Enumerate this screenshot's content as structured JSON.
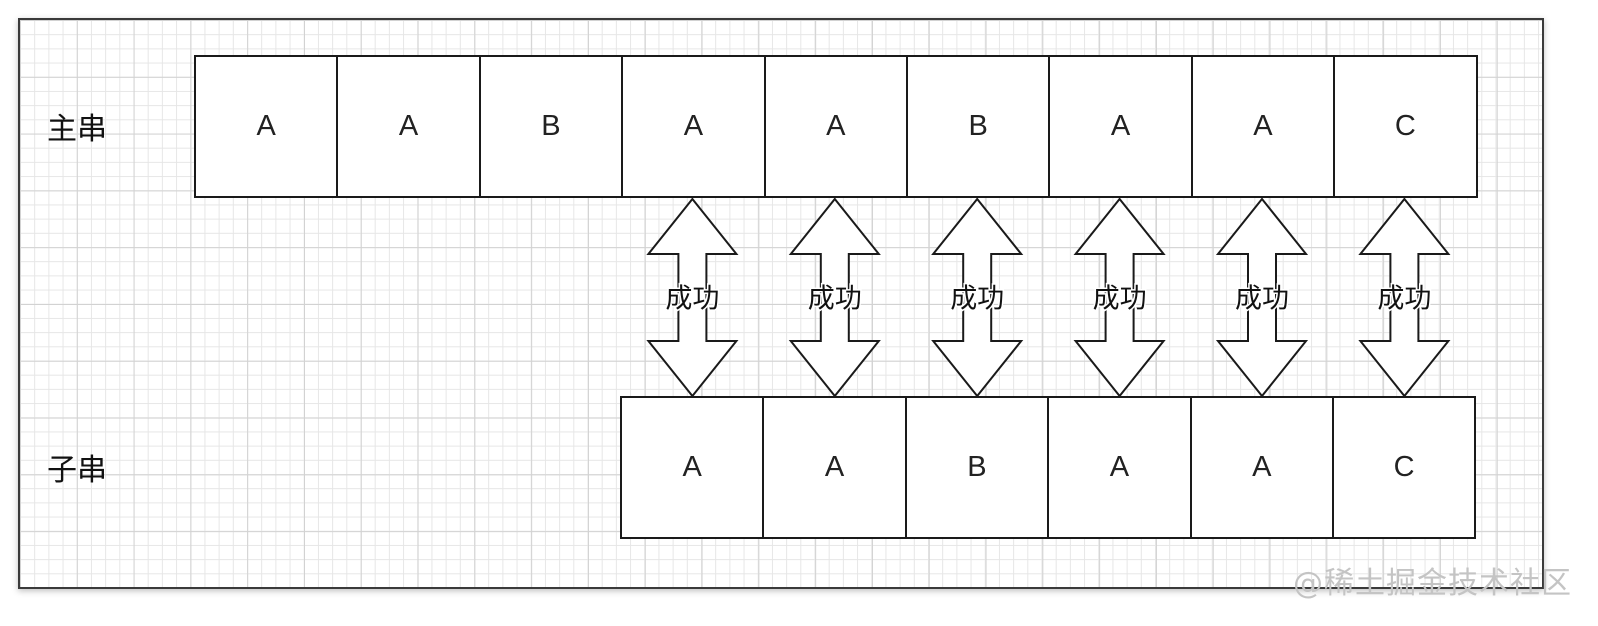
{
  "labels": {
    "main_string": "主串",
    "sub_string": "子串"
  },
  "main_cells": [
    "A",
    "A",
    "B",
    "A",
    "A",
    "B",
    "A",
    "A",
    "C"
  ],
  "sub_cells": [
    "A",
    "A",
    "B",
    "A",
    "A",
    "C"
  ],
  "match_arrows": [
    "成功",
    "成功",
    "成功",
    "成功",
    "成功",
    "成功"
  ],
  "sub_offset_cells": 3,
  "watermark": "@稀土掘金技术社区",
  "colors": {
    "stroke": "#1a1a1a",
    "grid_minor": "#e6e6e6",
    "grid_major": "#d2d2d2",
    "watermark": "#c4c4c4"
  }
}
